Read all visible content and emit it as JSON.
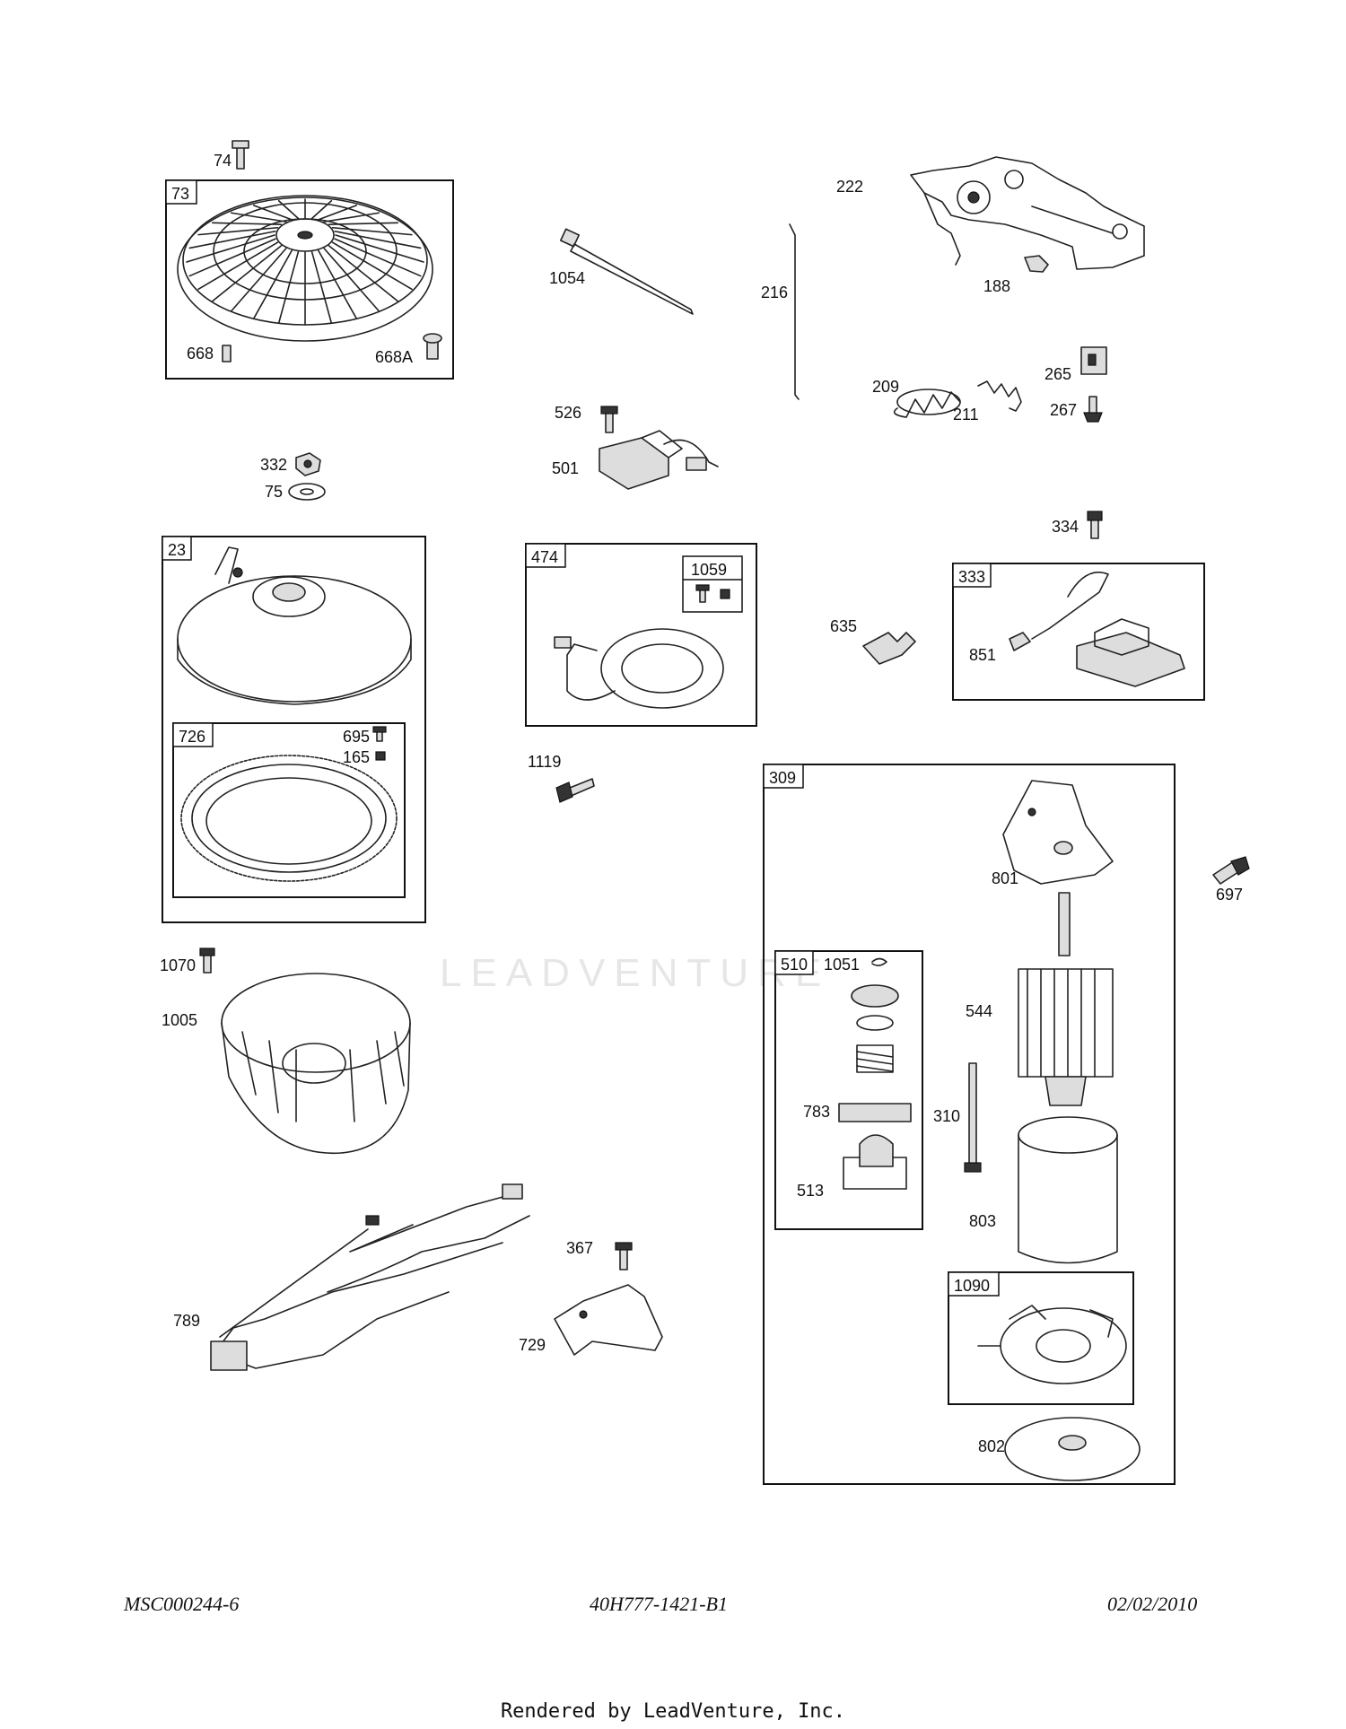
{
  "labels": {
    "l74": "74",
    "l73": "73",
    "l668": "668",
    "l668A": "668A",
    "l1054": "1054",
    "l216": "216",
    "l222": "222",
    "l188": "188",
    "l209": "209",
    "l211": "211",
    "l265": "265",
    "l267": "267",
    "l526": "526",
    "l501": "501",
    "l332": "332",
    "l75": "75",
    "l334": "334",
    "l23": "23",
    "l474": "474",
    "l1059": "1059",
    "l635": "635",
    "l333": "333",
    "l851": "851",
    "l726": "726",
    "l695": "695",
    "l165": "165",
    "l1119": "1119",
    "l309": "309",
    "l801": "801",
    "l697": "697",
    "l1070": "1070",
    "l510": "510",
    "l1051": "1051",
    "l544": "544",
    "l1005": "1005",
    "l783": "783",
    "l310": "310",
    "l513": "513",
    "l803": "803",
    "l367": "367",
    "l789": "789",
    "l729": "729",
    "l1090": "1090",
    "l802": "802"
  },
  "watermark": "LEADVENTURE",
  "footer": {
    "left": "MSC000244-6",
    "center": "40H777-1421-B1",
    "right": "02/02/2010",
    "rendered_by": "Rendered by LeadVenture, Inc."
  }
}
